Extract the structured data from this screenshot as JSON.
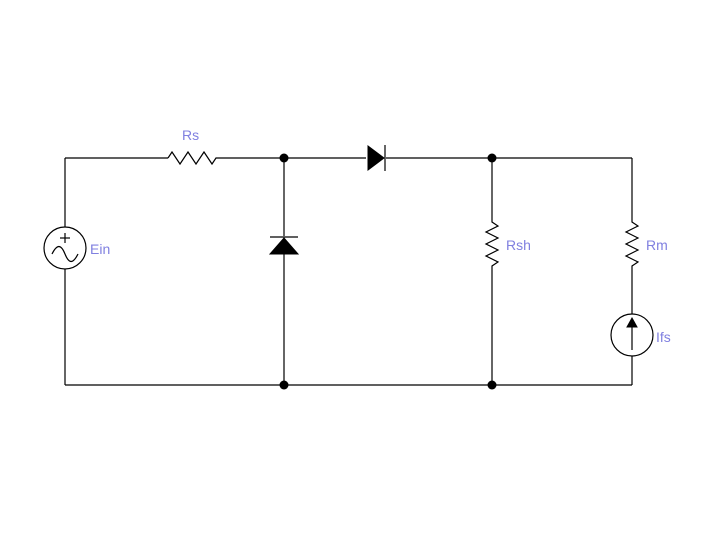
{
  "colors": {
    "label": "#8080e0",
    "line": "#000000",
    "background": "#ffffff"
  },
  "labels": {
    "rs": "Rs",
    "ein": "Ein",
    "rsh": "Rsh",
    "rm": "Rm",
    "ifs": "Ifs"
  }
}
